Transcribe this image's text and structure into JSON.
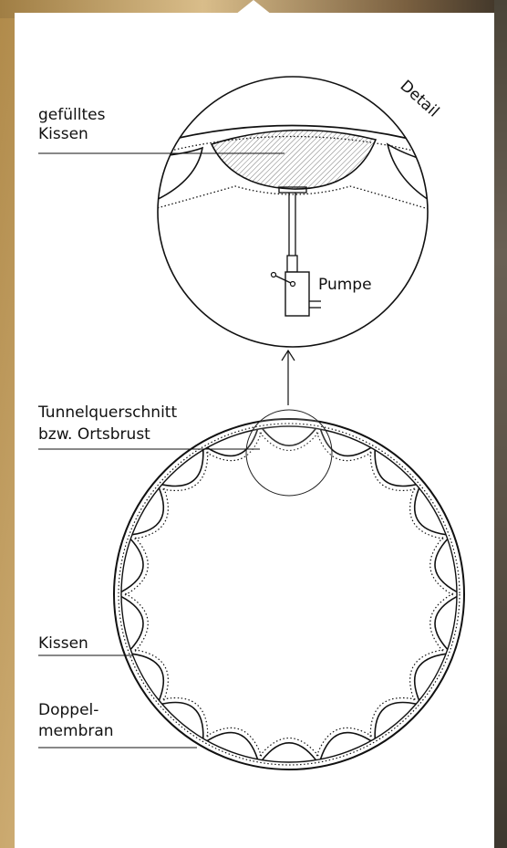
{
  "labels": {
    "detail": "Detail",
    "filled_cushion_line1": "gefülltes",
    "filled_cushion_line2": "Kissen",
    "pump": "Pumpe",
    "tunnel_line1": "Tunnelquerschnitt",
    "tunnel_line2": "bzw. Ortsbrust",
    "cushion": "Kissen",
    "double_membrane_line1": "Doppel-",
    "double_membrane_line2": "membran"
  },
  "colors": {
    "line": "#111111",
    "background": "#ffffff",
    "hatch": "#555555"
  }
}
